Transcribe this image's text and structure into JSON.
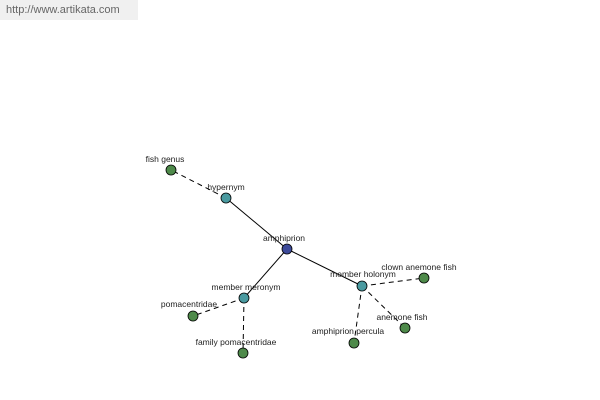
{
  "header": {
    "url_text": "http://www.artikata.com"
  },
  "colors": {
    "center_node": "#3d4a9a",
    "relation_node": "#4a9aa0",
    "leaf_node": "#4e8a4a",
    "edge": "#000000"
  },
  "graph": {
    "nodes": [
      {
        "id": "amphiprion",
        "label": "amphiprion",
        "kind": "center"
      },
      {
        "id": "hypernym",
        "label": "hypernym",
        "kind": "relation"
      },
      {
        "id": "fish-genus",
        "label": "fish genus",
        "kind": "leaf"
      },
      {
        "id": "member-meronym",
        "label": "member meronym",
        "kind": "relation"
      },
      {
        "id": "pomacentridae",
        "label": "pomacentridae",
        "kind": "leaf"
      },
      {
        "id": "family-pomacentridae",
        "label": "family pomacentridae",
        "kind": "leaf"
      },
      {
        "id": "member-holonym",
        "label": "member holonym",
        "kind": "relation"
      },
      {
        "id": "clown-anemone-fish",
        "label": "clown anemone fish",
        "kind": "leaf"
      },
      {
        "id": "anemone-fish",
        "label": "anemone fish",
        "kind": "leaf"
      },
      {
        "id": "amphiprion-percula",
        "label": "amphiprion percula",
        "kind": "leaf"
      }
    ],
    "edges": [
      {
        "from": "amphiprion",
        "to": "hypernym",
        "style": "solid"
      },
      {
        "from": "amphiprion",
        "to": "member-meronym",
        "style": "solid"
      },
      {
        "from": "amphiprion",
        "to": "member-holonym",
        "style": "solid"
      },
      {
        "from": "hypernym",
        "to": "fish-genus",
        "style": "dashed"
      },
      {
        "from": "member-meronym",
        "to": "pomacentridae",
        "style": "dashed"
      },
      {
        "from": "member-meronym",
        "to": "family-pomacentridae",
        "style": "dashed"
      },
      {
        "from": "member-holonym",
        "to": "clown-anemone-fish",
        "style": "dashed"
      },
      {
        "from": "member-holonym",
        "to": "anemone-fish",
        "style": "dashed"
      },
      {
        "from": "member-holonym",
        "to": "amphiprion-percula",
        "style": "dashed"
      }
    ]
  }
}
